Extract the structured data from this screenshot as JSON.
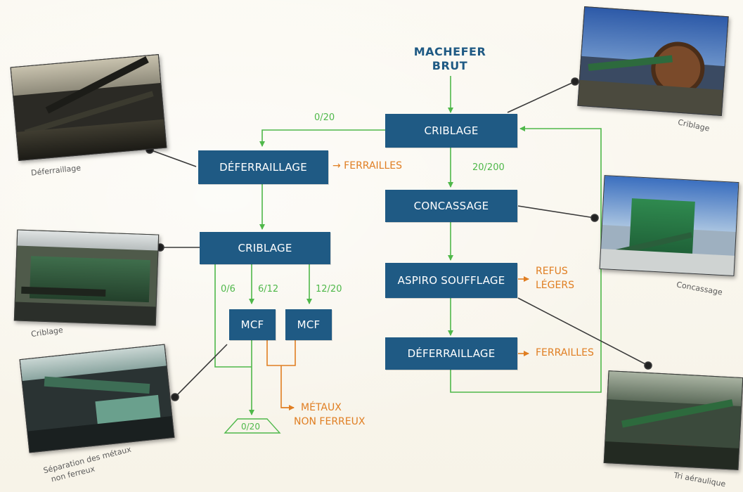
{
  "source": {
    "line1": "MACHEFER",
    "line2": "BRUT"
  },
  "right_chain": {
    "criblage": "CRIBLAGE",
    "concassage": "CONCASSAGE",
    "aspiro": "ASPIRO SOUFFLAGE",
    "deferraillage": "DÉFERRAILLAGE"
  },
  "left_chain": {
    "deferraillage": "DÉFERRAILLAGE",
    "criblage": "CRIBLAGE",
    "mcf_1": "MCF",
    "mcf_2": "MCF"
  },
  "flow_labels": {
    "fraction_0_20_top": "0/20",
    "fraction_20_200": "20/200",
    "fraction_0_6": "0/6",
    "fraction_6_12": "6/12",
    "fraction_12_20": "12/20",
    "output_0_20": "0/20"
  },
  "outputs": {
    "ferrailles_left": "→ FERRAILLES",
    "refus_1": "REFUS",
    "refus_2": "LÉGERS",
    "ferrailles_right": "FERRAILLES",
    "metaux_1": "MÉTAUX",
    "metaux_2": "NON FERREUX"
  },
  "photo_captions": {
    "deferraillage": "Déferraillage",
    "criblage_left": "Criblage",
    "separation_1": "Séparation des métaux",
    "separation_2": "non ferreux",
    "criblage_right": "Criblage",
    "concassage": "Concassage",
    "tri": "Tri aéraulique"
  },
  "colors": {
    "box": "#1f5a84",
    "flow_green": "#4fb84a",
    "output_orange": "#e07e22",
    "connector": "#3a3a3a"
  }
}
